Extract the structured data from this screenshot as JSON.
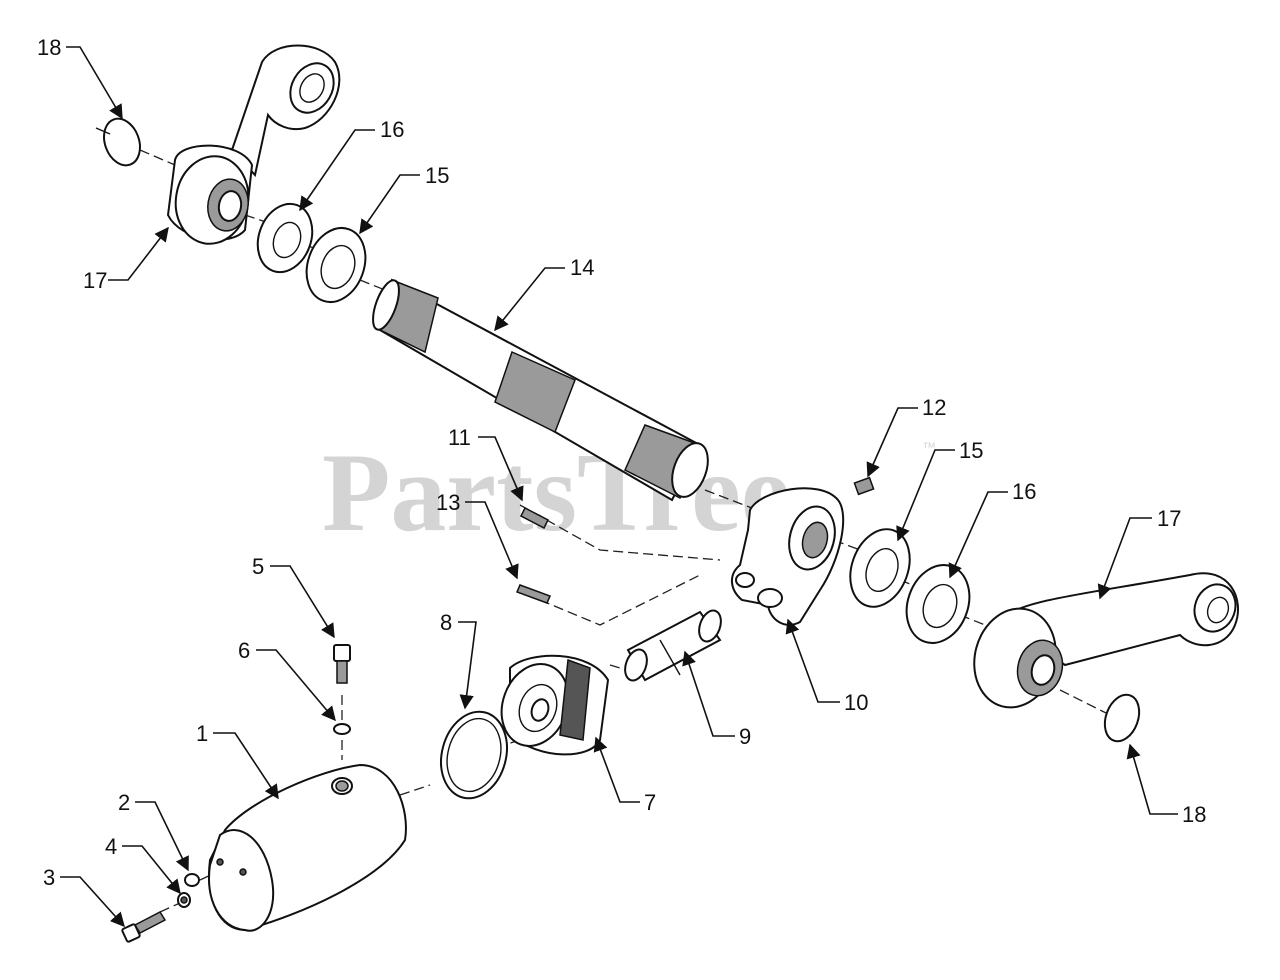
{
  "watermark": {
    "text": "PartsTree",
    "trademark": "™"
  },
  "callouts": [
    {
      "num": "18"
    },
    {
      "num": "16"
    },
    {
      "num": "15"
    },
    {
      "num": "17"
    },
    {
      "num": "14"
    },
    {
      "num": "11"
    },
    {
      "num": "13"
    },
    {
      "num": "12"
    },
    {
      "num": "15"
    },
    {
      "num": "16"
    },
    {
      "num": "17"
    },
    {
      "num": "5"
    },
    {
      "num": "6"
    },
    {
      "num": "8"
    },
    {
      "num": "1"
    },
    {
      "num": "9"
    },
    {
      "num": "10"
    },
    {
      "num": "2"
    },
    {
      "num": "4"
    },
    {
      "num": "7"
    },
    {
      "num": "3"
    },
    {
      "num": "18"
    }
  ]
}
